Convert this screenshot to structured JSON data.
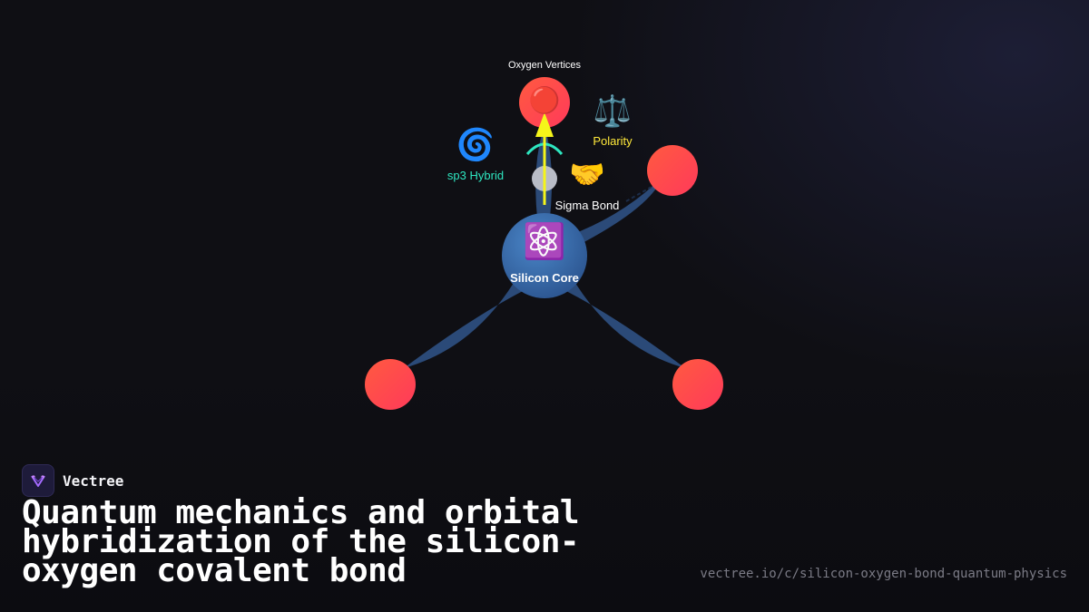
{
  "diagram": {
    "oxygen_label": "Oxygen Vertices",
    "oxygen_icon": "🔴",
    "polarity_icon": "⚖️",
    "polarity_label": "Polarity",
    "hybrid_icon": "🌀",
    "hybrid_label": "sp3 Hybrid",
    "sigma_icon": "🤝",
    "sigma_label": "Sigma Bond",
    "core_icon": "⚛️",
    "core_label": "Silicon Core",
    "colors": {
      "oxygen": "#ff4050",
      "bond": "#2b4a78",
      "core": "#3b6fb0",
      "arrow": "#f5f51a",
      "arc": "#2ee6c0",
      "polarity_text": "#ffe93a",
      "hybrid_text": "#2ee6c0"
    }
  },
  "brand": {
    "name": "Vectree",
    "logo_icon": "vectree-logo-icon"
  },
  "headline": "Quantum mechanics and orbital hybridization of the silicon-oxygen covalent bond",
  "source_url": "vectree.io/c/silicon-oxygen-bond-quantum-physics"
}
